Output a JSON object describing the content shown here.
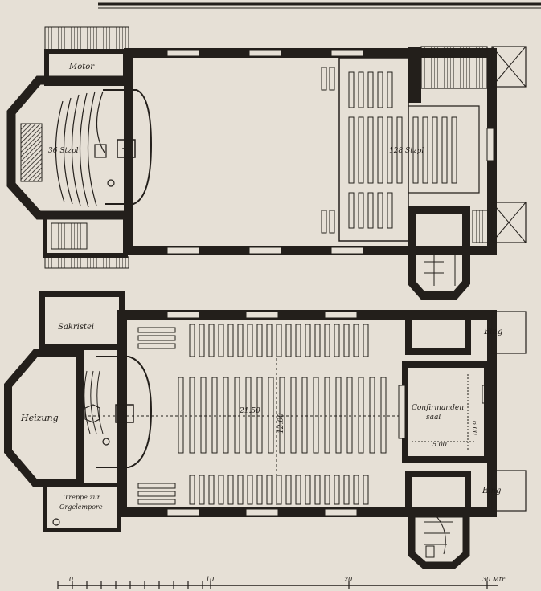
{
  "upper_plan": {
    "motor_label": "Motor",
    "choir_seats": "36 Stzpl",
    "gallery_seats": "128 Stzpl"
  },
  "lower_plan": {
    "sacristy_label": "Sakristei",
    "heating_label": "Heizung",
    "stair_label_1": "Treppe zur",
    "stair_label_2": "Orgelempore",
    "entrance_top_label": "Eing",
    "entrance_bottom_label": "Eing",
    "confirmands_label_1": "Confirmanden",
    "confirmands_label_2": "saal",
    "dim_length": "21.50",
    "dim_width": "12.00",
    "dim_hall_width": "5.00",
    "dim_hall_depth": "6.00"
  },
  "scale_bar": {
    "labels": [
      "0",
      "10",
      "20",
      "30 Mtr"
    ]
  },
  "colors": {
    "paper": "#e6e0d6",
    "ink": "#1e1a16",
    "wall": "#231f1b"
  }
}
